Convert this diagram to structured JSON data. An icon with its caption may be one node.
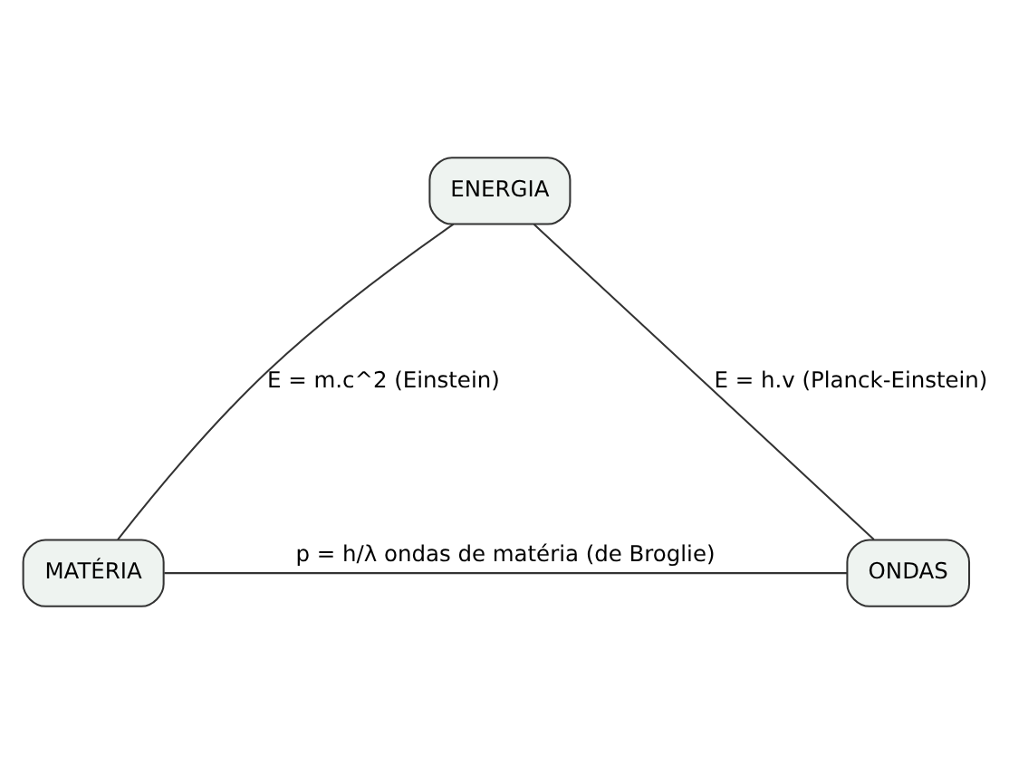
{
  "diagram": {
    "nodes": [
      {
        "text": [
          "ENERGIA"
        ]
      },
      {
        "text": [
          "MATÉRIA"
        ]
      },
      {
        "text": [
          "ONDAS"
        ]
      }
    ],
    "edges": [
      {
        "from": 0,
        "to": 1,
        "arrow": "none",
        "label": "E = m.c^2 (Einstein)"
      },
      {
        "from": 0,
        "to": 2,
        "arrow": "none",
        "label": "E = h.v (Planck-Einstein)"
      },
      {
        "from": 1,
        "to": 2,
        "arrow": "none",
        "label": "p = h/λ ondas de matéria (de Broglie)"
      }
    ]
  }
}
